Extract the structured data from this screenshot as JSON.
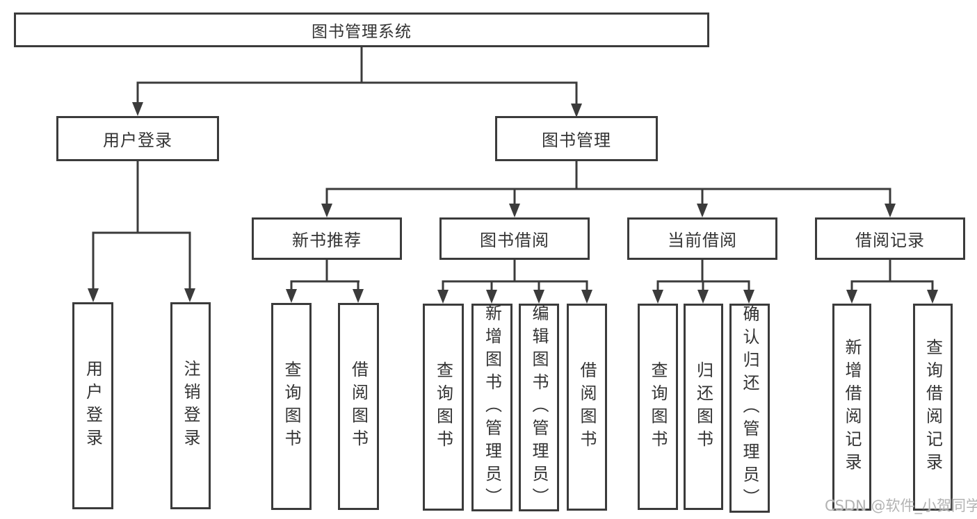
{
  "diagram": {
    "title": "图书管理系统",
    "branches": {
      "user_login": {
        "label": "用户登录",
        "children": [
          "用户登录",
          "注销登录"
        ]
      },
      "book_management": {
        "label": "图书管理",
        "sections": {
          "new_book_recommend": {
            "label": "新书推荐",
            "children": [
              "查询图书",
              "借阅图书"
            ]
          },
          "book_borrowing": {
            "label": "图书借阅",
            "children": [
              "查询图书",
              "新增图书（管理员）",
              "编辑图书（管理员）",
              "借阅图书"
            ]
          },
          "current_borrowing": {
            "label": "当前借阅",
            "children": [
              "查询图书",
              "归还图书",
              "确认归还（管理员）"
            ]
          },
          "borrowing_records": {
            "label": "借阅记录",
            "children": [
              "新增借阅记录",
              "查询借阅记录"
            ]
          }
        }
      }
    }
  },
  "watermark": "CSDN @软件_小贺同学",
  "colors": {
    "line": "#3b3b3b",
    "text": "#333333",
    "watermark": "#b3b3b3",
    "background": "#ffffff"
  }
}
